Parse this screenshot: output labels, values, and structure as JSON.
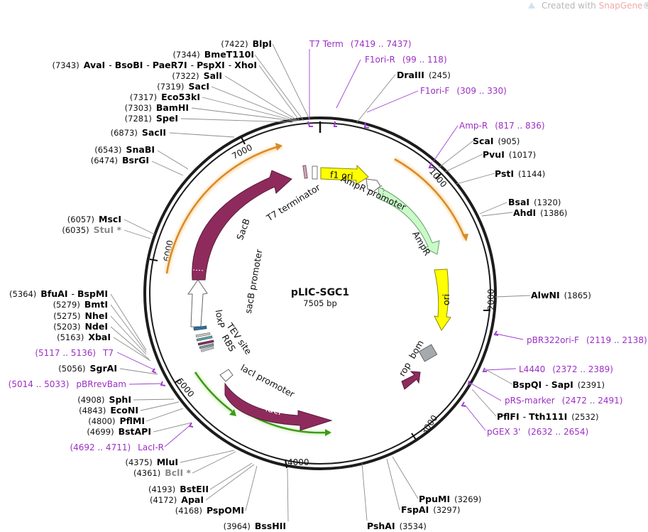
{
  "watermark": {
    "text_prefix": "Created with ",
    "brand": "SnapGene",
    "reg": "®"
  },
  "plasmid": {
    "name": "pLIC-SGC1",
    "size": "7505 bp"
  },
  "backbone_ticks": [
    "1000",
    "2000",
    "3000",
    "4000",
    "5000",
    "6000",
    "7000"
  ],
  "enzymes_top_left": [
    {
      "pos": "(7422)",
      "name": "BlpI"
    },
    {
      "pos": "(7344)",
      "name": "BmeT110I"
    },
    {
      "pos": "(7343)",
      "name": "AvaI",
      "alias": [
        "BsoBI",
        "PaeR7I",
        "PspXI",
        "XhoI"
      ]
    },
    {
      "pos": "(7322)",
      "name": "SalI"
    },
    {
      "pos": "(7319)",
      "name": "SacI"
    },
    {
      "pos": "(7317)",
      "name": "Eco53kI"
    },
    {
      "pos": "(7303)",
      "name": "BamHI"
    },
    {
      "pos": "(7281)",
      "name": "SpeI"
    },
    {
      "pos": "(6873)",
      "name": "SacII"
    },
    {
      "pos": "(6543)",
      "name": "SnaBI"
    },
    {
      "pos": "(6474)",
      "name": "BsrGI"
    },
    {
      "pos": "(6057)",
      "name": "MscI"
    },
    {
      "pos": "(6035)",
      "name": "StuI *"
    }
  ],
  "enzymes_left": [
    {
      "pos": "(5364)",
      "name": "BfuAI",
      "alias": [
        "BspMI"
      ]
    },
    {
      "pos": "(5279)",
      "name": "BmtI"
    },
    {
      "pos": "(5275)",
      "name": "NheI"
    },
    {
      "pos": "(5203)",
      "name": "NdeI"
    },
    {
      "pos": "(5163)",
      "name": "XbaI"
    },
    {
      "pos": "(5056)",
      "name": "SgrAI"
    },
    {
      "pos": "(4908)",
      "name": "SphI"
    },
    {
      "pos": "(4843)",
      "name": "EcoNI"
    },
    {
      "pos": "(4800)",
      "name": "PflMI"
    },
    {
      "pos": "(4699)",
      "name": "BstAPI"
    },
    {
      "pos": "(4375)",
      "name": "MluI"
    },
    {
      "pos": "(4361)",
      "name": "BclI *"
    },
    {
      "pos": "(4193)",
      "name": "BstEII"
    },
    {
      "pos": "(4172)",
      "name": "ApaI"
    },
    {
      "pos": "(4168)",
      "name": "PspOMI"
    },
    {
      "pos": "(3964)",
      "name": "BssHII"
    }
  ],
  "enzymes_right": [
    {
      "name": "DraIII",
      "pos": "(245)"
    },
    {
      "name": "ScaI",
      "pos": "(905)"
    },
    {
      "name": "PvuI",
      "pos": "(1017)"
    },
    {
      "name": "PstI",
      "pos": "(1144)"
    },
    {
      "name": "BsaI",
      "pos": "(1320)"
    },
    {
      "name": "AhdI",
      "pos": "(1386)"
    },
    {
      "name": "AlwNI",
      "pos": "(1865)"
    },
    {
      "name": "BspQI",
      "alias": [
        "SapI"
      ],
      "pos": "(2391)"
    },
    {
      "name": "PflFI",
      "alias": [
        "Tth111I"
      ],
      "pos": "(2532)"
    },
    {
      "name": "PpuMI",
      "pos": "(3269)"
    },
    {
      "name": "FspAI",
      "pos": "(3297)"
    },
    {
      "name": "PshAI",
      "pos": "(3534)"
    }
  ],
  "primers": [
    {
      "name": "T7 Term",
      "range": "(7419 .. 7437)"
    },
    {
      "name": "F1ori-R",
      "range": "(99 .. 118)"
    },
    {
      "name": "F1ori-F",
      "range": "(309 .. 330)"
    },
    {
      "name": "Amp-R",
      "range": "(817 .. 836)"
    },
    {
      "name": "pBR322ori-F",
      "range": "(2119 .. 2138)"
    },
    {
      "name": "L4440",
      "range": "(2372 .. 2389)"
    },
    {
      "name": "pRS-marker",
      "range": "(2472 .. 2491)"
    },
    {
      "name": "pGEX 3'",
      "range": "(2632 .. 2654)"
    },
    {
      "name": "T7",
      "range": "(5117 .. 5136)"
    },
    {
      "name": "pBRrevBam",
      "range": "(5014 .. 5033)"
    },
    {
      "name": "LacI-R",
      "range": "(4692 .. 4711)"
    }
  ],
  "features": {
    "f1_ori": "f1 ori",
    "ampr_promoter": "AmpR promoter",
    "ampr": "AmpR",
    "ori": "ori",
    "bom": "bom",
    "rop": "rop",
    "laci": "lacI",
    "laci_promoter": "lacI promoter",
    "tev_site": "TEV site",
    "rbs": "RBS",
    "loxp": "loxP",
    "sacb_promoter": "sacB promoter",
    "sacb": "SacB",
    "t7_terminator": "T7 terminator"
  },
  "colors": {
    "maroon": "#8e2b5c",
    "yellow": "#ffff00",
    "ltgreen": "#c9fbc9",
    "orange_arc": "#e8a24a",
    "green_arc": "#4aa020",
    "primer": "#9b2fc4",
    "gray_box": "#a5aaaf"
  }
}
